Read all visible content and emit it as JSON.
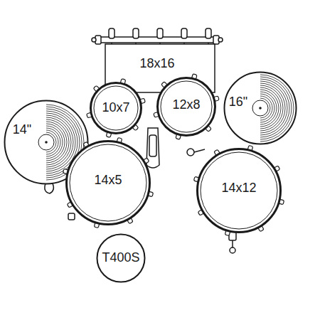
{
  "diagram": {
    "nodes": [
      {
        "text": [
          "18x16"
        ]
      },
      {
        "text": [
          "10x7"
        ]
      },
      {
        "text": [
          "12x8"
        ]
      },
      {
        "text": [
          "16\""
        ]
      },
      {
        "text": [
          "14\""
        ]
      },
      {
        "text": [
          "14x5"
        ]
      },
      {
        "text": [
          "14x12"
        ]
      },
      {
        "text": [
          "T400S"
        ]
      }
    ]
  }
}
